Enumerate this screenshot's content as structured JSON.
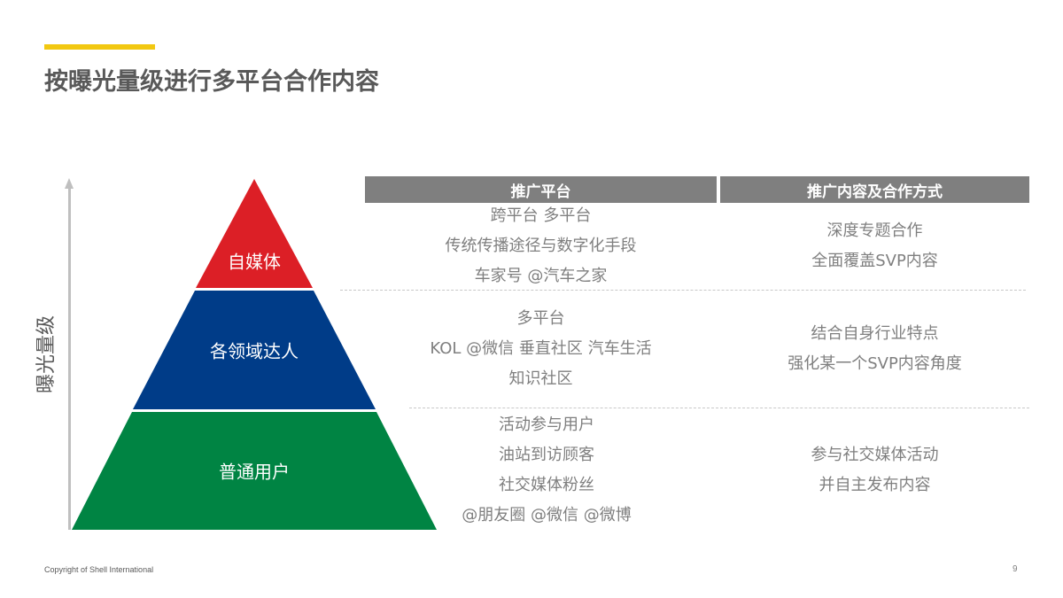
{
  "header": {
    "title": "按曝光量级进行多平台合作内容",
    "accent_color": "#F2C811"
  },
  "axis": {
    "label": "曝光量级",
    "icon": "arrow-up-icon"
  },
  "pyramid": {
    "tiers": [
      {
        "label": "自媒体",
        "color": "#DC1F26"
      },
      {
        "label": "各领域达人",
        "color": "#003C88"
      },
      {
        "label": "普通用户",
        "color": "#008443"
      }
    ]
  },
  "table": {
    "header_color": "#7F7F7F",
    "columns": [
      "推广平台",
      "推广内容及合作方式"
    ],
    "rows": [
      {
        "platform": [
          "跨平台 多平台",
          "传统传播途径与数字化手段",
          "车家号 @汽车之家"
        ],
        "content": [
          "深度专题合作",
          "全面覆盖SVP内容"
        ]
      },
      {
        "platform": [
          "多平台",
          "KOL @微信 垂直社区 汽车生活",
          "知识社区"
        ],
        "content": [
          "结合自身行业特点",
          "强化某一个SVP内容角度"
        ]
      },
      {
        "platform": [
          "活动参与用户",
          "油站到访顾客",
          "社交媒体粉丝",
          "@朋友圈 @微信 @微博"
        ],
        "content": [
          "参与社交媒体活动",
          "并自主发布内容"
        ]
      }
    ]
  },
  "footer": {
    "copyright": "Copyright of Shell International",
    "page_number": "9"
  }
}
